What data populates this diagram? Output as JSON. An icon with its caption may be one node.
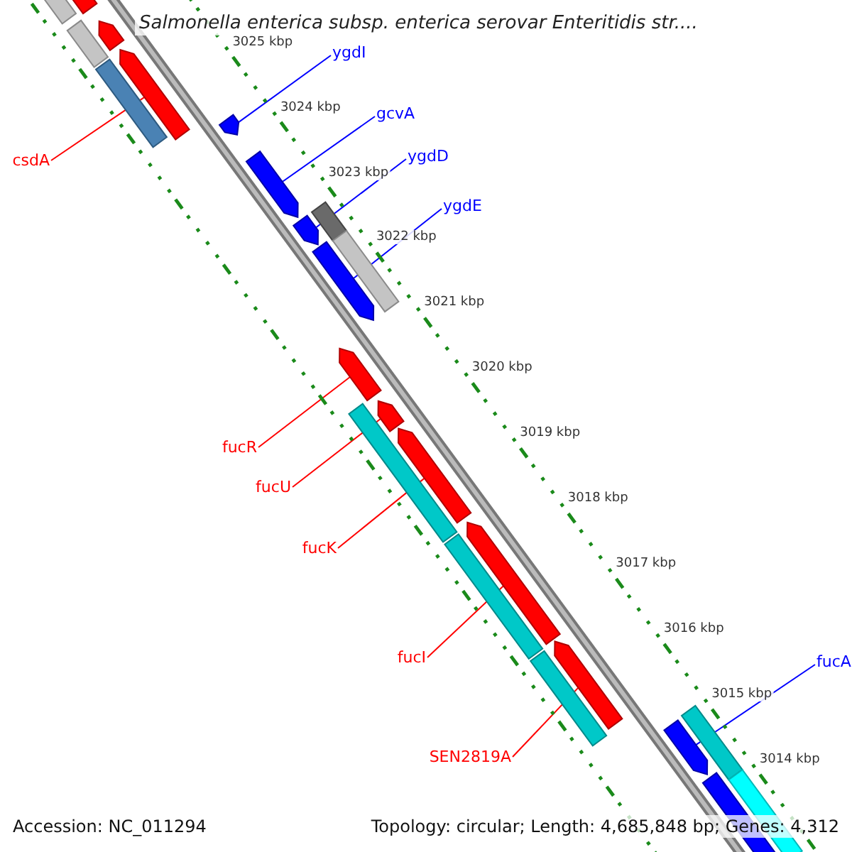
{
  "diagram": {
    "title": "Salmonella enterica subsp. enterica serovar Enteritidis str....",
    "nodes": [
      {
        "text": [
          "ygdI"
        ]
      },
      {
        "text": [
          "gcvA"
        ]
      },
      {
        "text": [
          "ygdD"
        ]
      },
      {
        "text": [
          "csdA"
        ]
      },
      {
        "text": [
          "ygdE"
        ]
      },
      {
        "text": [
          "fucR"
        ]
      },
      {
        "text": [
          "fucU"
        ]
      },
      {
        "text": [
          "fucK"
        ]
      },
      {
        "text": [
          "fucI"
        ]
      },
      {
        "text": [
          "fucA"
        ]
      },
      {
        "text": [
          "SEN2819A"
        ]
      },
      {
        "text": [],
        "shape": "bar"
      },
      {
        "text": [],
        "shape": "bar"
      },
      {
        "text": [],
        "shape": "bar"
      },
      {
        "text": [],
        "shape": "bar"
      },
      {
        "text": [],
        "shape": "bar"
      },
      {
        "text": [],
        "shape": "bar"
      },
      {
        "text": [],
        "shape": "bar"
      },
      {
        "text": [],
        "shape": "bar"
      },
      {
        "text": [],
        "shape": "bar"
      },
      {
        "text": [],
        "shape": "bar"
      },
      {
        "text": [],
        "shape": "bar"
      },
      {
        "text": [],
        "shape": "bar"
      },
      {
        "text": [],
        "shape": "bar"
      },
      {
        "text": [],
        "shape": "bar"
      },
      {
        "text": [],
        "shape": "bar"
      },
      {
        "text": [],
        "shape": "bar"
      },
      {
        "text": [],
        "shape": "bar"
      },
      {
        "text": [],
        "shape": "bar"
      },
      {
        "text": [],
        "shape": "bar"
      },
      {
        "text": [],
        "shape": "bar"
      },
      {
        "text": [],
        "shape": "bar"
      },
      {
        "text": [],
        "shape": "bar"
      },
      {
        "text": [],
        "shape": "bar"
      },
      {
        "text": [],
        "shape": "bar"
      }
    ],
    "edges": [
      {
        "from": 0,
        "to": 17,
        "arrow": "none",
        "color": "#0000ff"
      },
      {
        "from": 1,
        "to": 18,
        "arrow": "none",
        "color": "#0000ff"
      },
      {
        "from": 2,
        "to": 20,
        "arrow": "none",
        "color": "#0000ff"
      },
      {
        "from": 3,
        "to": 15,
        "arrow": "none"
      },
      {
        "from": 4,
        "to": 22,
        "arrow": "none",
        "color": "#0000ff"
      },
      {
        "from": 5,
        "to": 23,
        "arrow": "none"
      },
      {
        "from": 6,
        "to": 25,
        "arrow": "none"
      },
      {
        "from": 7,
        "to": 26,
        "arrow": "none"
      },
      {
        "from": 8,
        "to": 27,
        "arrow": "none"
      },
      {
        "from": 9,
        "to": 32,
        "arrow": "none",
        "color": "#0000ff"
      },
      {
        "from": 10,
        "to": 29,
        "arrow": "none"
      }
    ],
    "labels": [
      "3025 kbp",
      "3024 kbp",
      "3023 kbp",
      "3022 kbp",
      "3021 kbp",
      "3020 kbp",
      "3019 kbp",
      "3018 kbp",
      "3017 kbp",
      "3016 kbp",
      "3015 kbp",
      "3014 kbp",
      "Accession: NC_011294",
      "Topology: circular; Length: 4,685,848 bp; Genes: 4,312"
    ]
  }
}
